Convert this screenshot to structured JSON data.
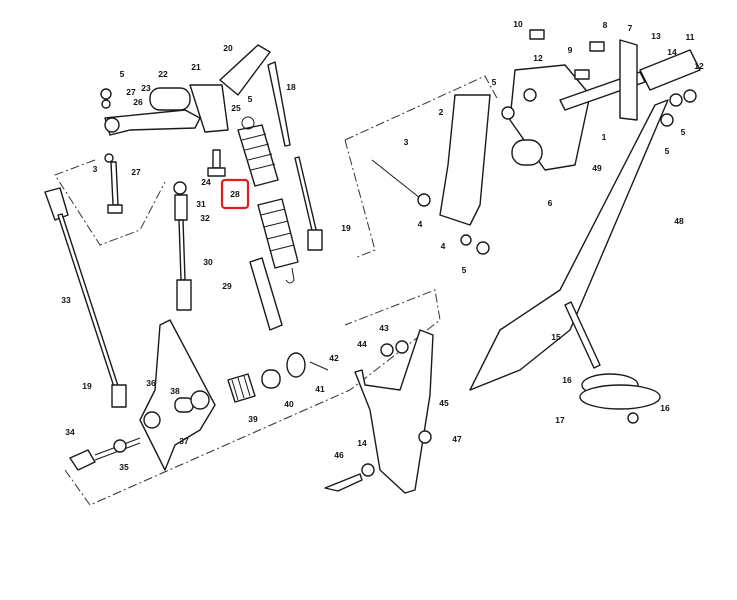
{
  "diagram": {
    "highlight_color": "#e01b24",
    "highlighted_part": "28",
    "callouts": [
      "5",
      "27",
      "23",
      "22",
      "26",
      "21",
      "20",
      "5",
      "25",
      "18",
      "3",
      "27",
      "24",
      "28",
      "31",
      "32",
      "30",
      "19",
      "29",
      "33",
      "10",
      "8",
      "7",
      "13",
      "11",
      "14",
      "12",
      "12",
      "9",
      "5",
      "5",
      "5",
      "2",
      "1",
      "49",
      "3",
      "6",
      "48",
      "4",
      "4",
      "5",
      "15",
      "16",
      "17",
      "16",
      "42",
      "41",
      "40",
      "39",
      "38",
      "36",
      "37",
      "35",
      "34",
      "19",
      "43",
      "44",
      "45",
      "47",
      "14",
      "46"
    ]
  }
}
